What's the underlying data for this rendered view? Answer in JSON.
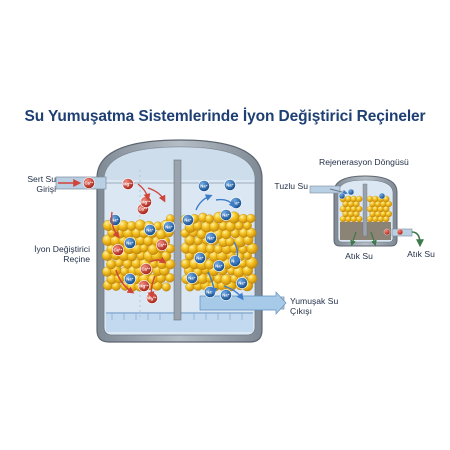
{
  "title": "Su Yumuşatma Sistemlerinde İyon Değiştirici Reçineler",
  "labels": {
    "hard_in_1": "Sert Su",
    "hard_in_2": "Girişi",
    "resin_1": "İyon Değiştirici",
    "resin_2": "Reçine",
    "soft_out_1": "Yumuşak Su",
    "soft_out_2": "Çıkışı",
    "regen_title": "Rejenerasyon Döngüsü",
    "brine": "Tuzlu Su",
    "waste_1": "Atık Su",
    "waste_2": "Atık Su"
  },
  "ions": {
    "ca": "Ca²⁺",
    "mg": "Mg²⁺",
    "na": "Na⁺"
  },
  "colors": {
    "title": "#1e3f73",
    "tank_outer": "#9aa4b0",
    "tank_inner": "#c9dcee",
    "water": "#d6e7f6",
    "pipe": "#a9cbe9",
    "resin": "#f1b81c",
    "hardness_ion": "#c0392b",
    "sodium_ion": "#1f5fa8",
    "flow_arrow": "#d0443a",
    "soft_arrow": "#3d7cc9"
  }
}
